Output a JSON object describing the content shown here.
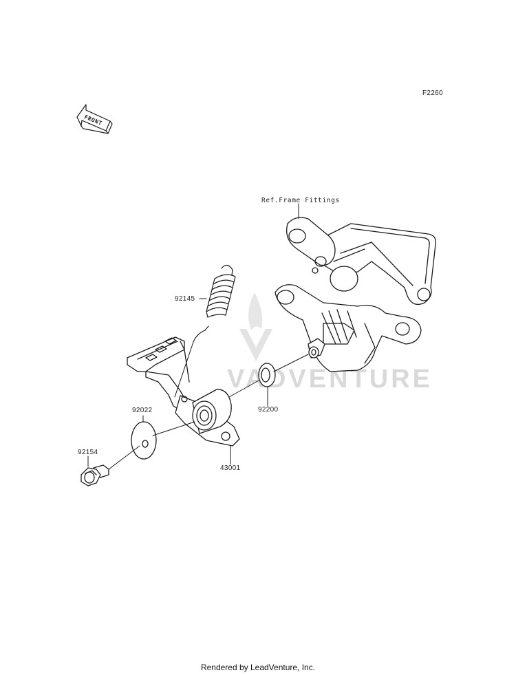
{
  "figure_code": "F2260",
  "front_arrow": {
    "text": "FRONT"
  },
  "reference": {
    "text": "Ref.Frame Fittings"
  },
  "watermark": {
    "text": "VADVENTURE"
  },
  "parts": [
    {
      "number": "92145"
    },
    {
      "number": "92022"
    },
    {
      "number": "92154"
    },
    {
      "number": "43001"
    },
    {
      "number": "92200"
    }
  ],
  "footer": {
    "text": "Rendered by LeadVenture, Inc."
  }
}
